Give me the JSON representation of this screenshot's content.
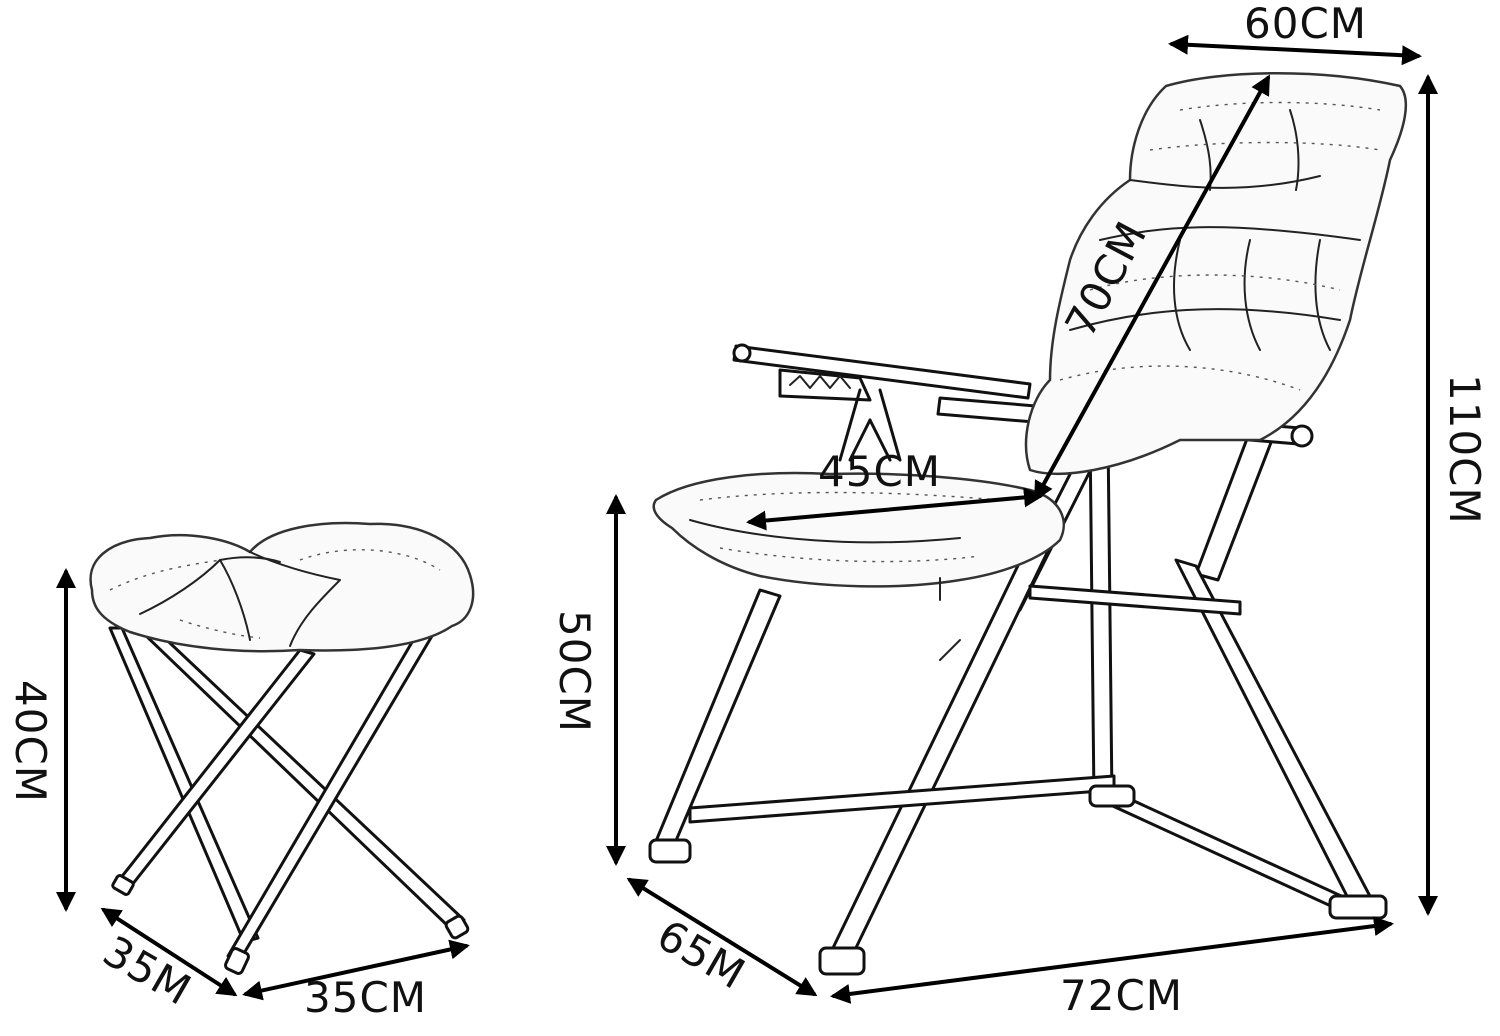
{
  "colors": {
    "line": "#111111",
    "background": "#ffffff"
  },
  "stool": {
    "height_label": "40CM",
    "depth_label": "35M",
    "width_label": "35CM"
  },
  "chair": {
    "top_width_label": "60CM",
    "backrest_label": "70CM",
    "total_height_label": "110CM",
    "seat_width_label": "45CM",
    "seat_height_label": "50CM",
    "base_depth_label": "65M",
    "base_length_label": "72CM"
  }
}
